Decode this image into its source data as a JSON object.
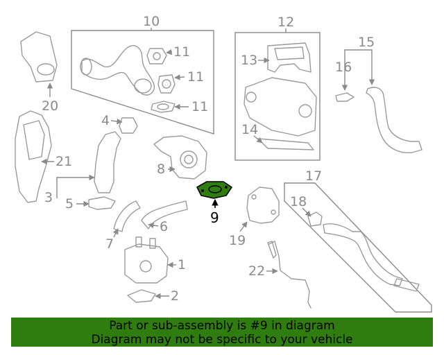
{
  "callouts": {
    "c1": "1",
    "c2": "2",
    "c3": "3",
    "c4": "4",
    "c5": "5",
    "c6": "6",
    "c7": "7",
    "c8": "8",
    "c9": "9",
    "c10": "10",
    "c11a": "11",
    "c11b": "11",
    "c11c": "11",
    "c12": "12",
    "c13": "13",
    "c14": "14",
    "c15": "15",
    "c16": "16",
    "c17": "17",
    "c18": "18",
    "c19": "19",
    "c20": "20",
    "c21": "21",
    "c22": "22"
  },
  "highlight": {
    "part_number": "9",
    "color": "#2e7d0e"
  },
  "banner": {
    "line1": "Part or sub-assembly is #9 in diagram",
    "line2": "Diagram may not be specific to your vehicle",
    "background": "#2e7d0e"
  }
}
